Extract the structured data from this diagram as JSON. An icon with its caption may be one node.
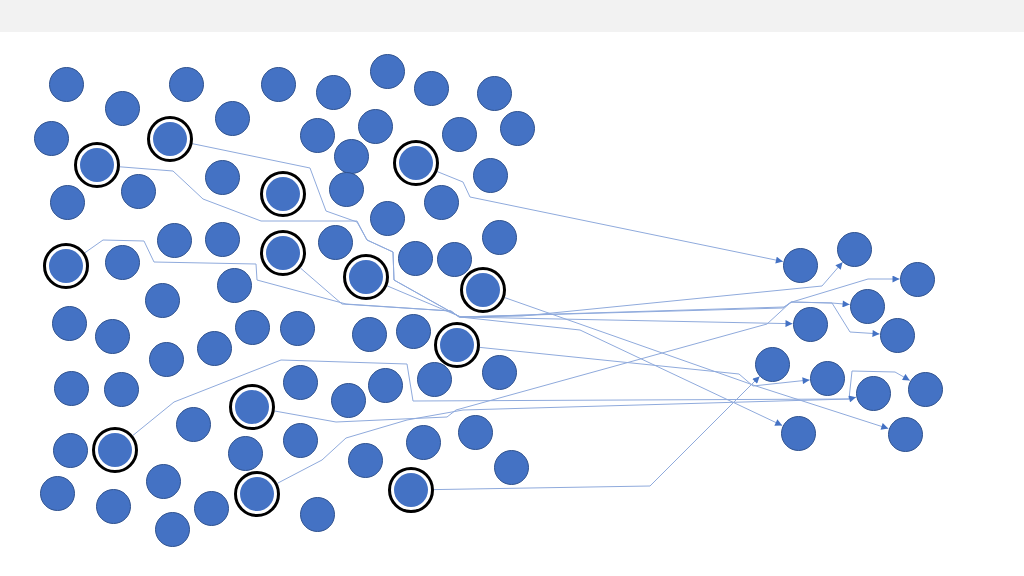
{
  "diagram": {
    "nodes": [
      {
        "text": [],
        "shape": "circle"
      },
      {
        "text": [],
        "shape": "circle"
      },
      {
        "text": [],
        "shape": "circle"
      },
      {
        "text": [],
        "shape": "circle"
      },
      {
        "text": [],
        "shape": "circle"
      },
      {
        "text": [],
        "shape": "circle"
      },
      {
        "text": [],
        "shape": "circle"
      },
      {
        "text": [],
        "shape": "circle"
      },
      {
        "text": [],
        "shape": "circle"
      },
      {
        "text": [],
        "shape": "circle"
      },
      {
        "text": [],
        "shape": "circle"
      },
      {
        "text": [],
        "shape": "circle"
      },
      {
        "text": [],
        "shape": "circle"
      },
      {
        "text": [],
        "shape": "circle"
      },
      {
        "text": [],
        "shape": "ring"
      },
      {
        "text": [],
        "shape": "circle"
      },
      {
        "text": [],
        "shape": "ring"
      },
      {
        "text": [],
        "shape": "ring"
      },
      {
        "text": [],
        "shape": "circle"
      },
      {
        "text": [],
        "shape": "circle"
      },
      {
        "text": [],
        "shape": "circle"
      },
      {
        "text": [],
        "shape": "circle"
      },
      {
        "text": [],
        "shape": "ring"
      },
      {
        "text": [],
        "shape": "circle"
      },
      {
        "text": [],
        "shape": "circle"
      },
      {
        "text": [],
        "shape": "circle"
      },
      {
        "text": [],
        "shape": "circle"
      },
      {
        "text": [],
        "shape": "circle"
      },
      {
        "text": [],
        "shape": "circle"
      },
      {
        "text": [],
        "shape": "circle"
      },
      {
        "text": [],
        "shape": "ring"
      },
      {
        "text": [],
        "shape": "circle"
      },
      {
        "text": [],
        "shape": "circle"
      },
      {
        "text": [],
        "shape": "circle"
      },
      {
        "text": [],
        "shape": "ring"
      },
      {
        "text": [],
        "shape": "ring"
      },
      {
        "text": [],
        "shape": "circle"
      },
      {
        "text": [],
        "shape": "ring"
      },
      {
        "text": [],
        "shape": "circle"
      },
      {
        "text": [],
        "shape": "circle"
      },
      {
        "text": [],
        "shape": "circle"
      },
      {
        "text": [],
        "shape": "circle"
      },
      {
        "text": [],
        "shape": "circle"
      },
      {
        "text": [],
        "shape": "circle"
      },
      {
        "text": [],
        "shape": "circle"
      },
      {
        "text": [],
        "shape": "ring"
      },
      {
        "text": [],
        "shape": "circle"
      },
      {
        "text": [],
        "shape": "circle"
      },
      {
        "text": [],
        "shape": "circle"
      },
      {
        "text": [],
        "shape": "circle"
      },
      {
        "text": [],
        "shape": "circle"
      },
      {
        "text": [],
        "shape": "circle"
      },
      {
        "text": [],
        "shape": "circle"
      },
      {
        "text": [],
        "shape": "circle"
      },
      {
        "text": [],
        "shape": "circle"
      },
      {
        "text": [],
        "shape": "ring"
      },
      {
        "text": [],
        "shape": "circle"
      },
      {
        "text": [],
        "shape": "circle"
      },
      {
        "text": [],
        "shape": "circle"
      },
      {
        "text": [],
        "shape": "circle"
      },
      {
        "text": [],
        "shape": "circle"
      },
      {
        "text": [],
        "shape": "ring"
      },
      {
        "text": [],
        "shape": "circle"
      },
      {
        "text": [],
        "shape": "circle"
      },
      {
        "text": [],
        "shape": "circle"
      },
      {
        "text": [],
        "shape": "circle"
      },
      {
        "text": [],
        "shape": "ring"
      },
      {
        "text": [],
        "shape": "circle"
      },
      {
        "text": [],
        "shape": "ring"
      },
      {
        "text": [],
        "shape": "circle"
      },
      {
        "text": [],
        "shape": "circle"
      },
      {
        "text": [],
        "shape": "circle"
      },
      {
        "text": [],
        "shape": "circle"
      },
      {
        "text": [],
        "shape": "circle"
      },
      {
        "text": [],
        "shape": "circle"
      },
      {
        "text": [],
        "shape": "circle"
      },
      {
        "text": [],
        "shape": "circle"
      },
      {
        "text": [],
        "shape": "circle"
      },
      {
        "text": [],
        "shape": "circle"
      },
      {
        "text": [],
        "shape": "circle"
      },
      {
        "text": [],
        "shape": "circle"
      },
      {
        "text": [],
        "shape": "circle"
      },
      {
        "text": [],
        "shape": "circle"
      },
      {
        "text": [],
        "shape": "circle"
      },
      {
        "text": [],
        "shape": "circle"
      }
    ],
    "edges": [
      {
        "from": 14,
        "to": 83,
        "arrow": "to"
      },
      {
        "from": 16,
        "to": 74,
        "arrow": "to"
      },
      {
        "from": 17,
        "to": 73,
        "arrow": "to"
      },
      {
        "from": 30,
        "to": 77,
        "arrow": "to"
      },
      {
        "from": 34,
        "to": 78,
        "arrow": "to"
      },
      {
        "from": 35,
        "to": 75,
        "arrow": "to"
      },
      {
        "from": 37,
        "to": 84,
        "arrow": "to"
      },
      {
        "from": 45,
        "to": 80,
        "arrow": "to"
      },
      {
        "from": 55,
        "to": 76,
        "arrow": "to"
      },
      {
        "from": 61,
        "to": 81,
        "arrow": "to"
      },
      {
        "from": 66,
        "to": 79,
        "arrow": "to"
      },
      {
        "from": 68,
        "to": 82,
        "arrow": "to"
      }
    ]
  }
}
